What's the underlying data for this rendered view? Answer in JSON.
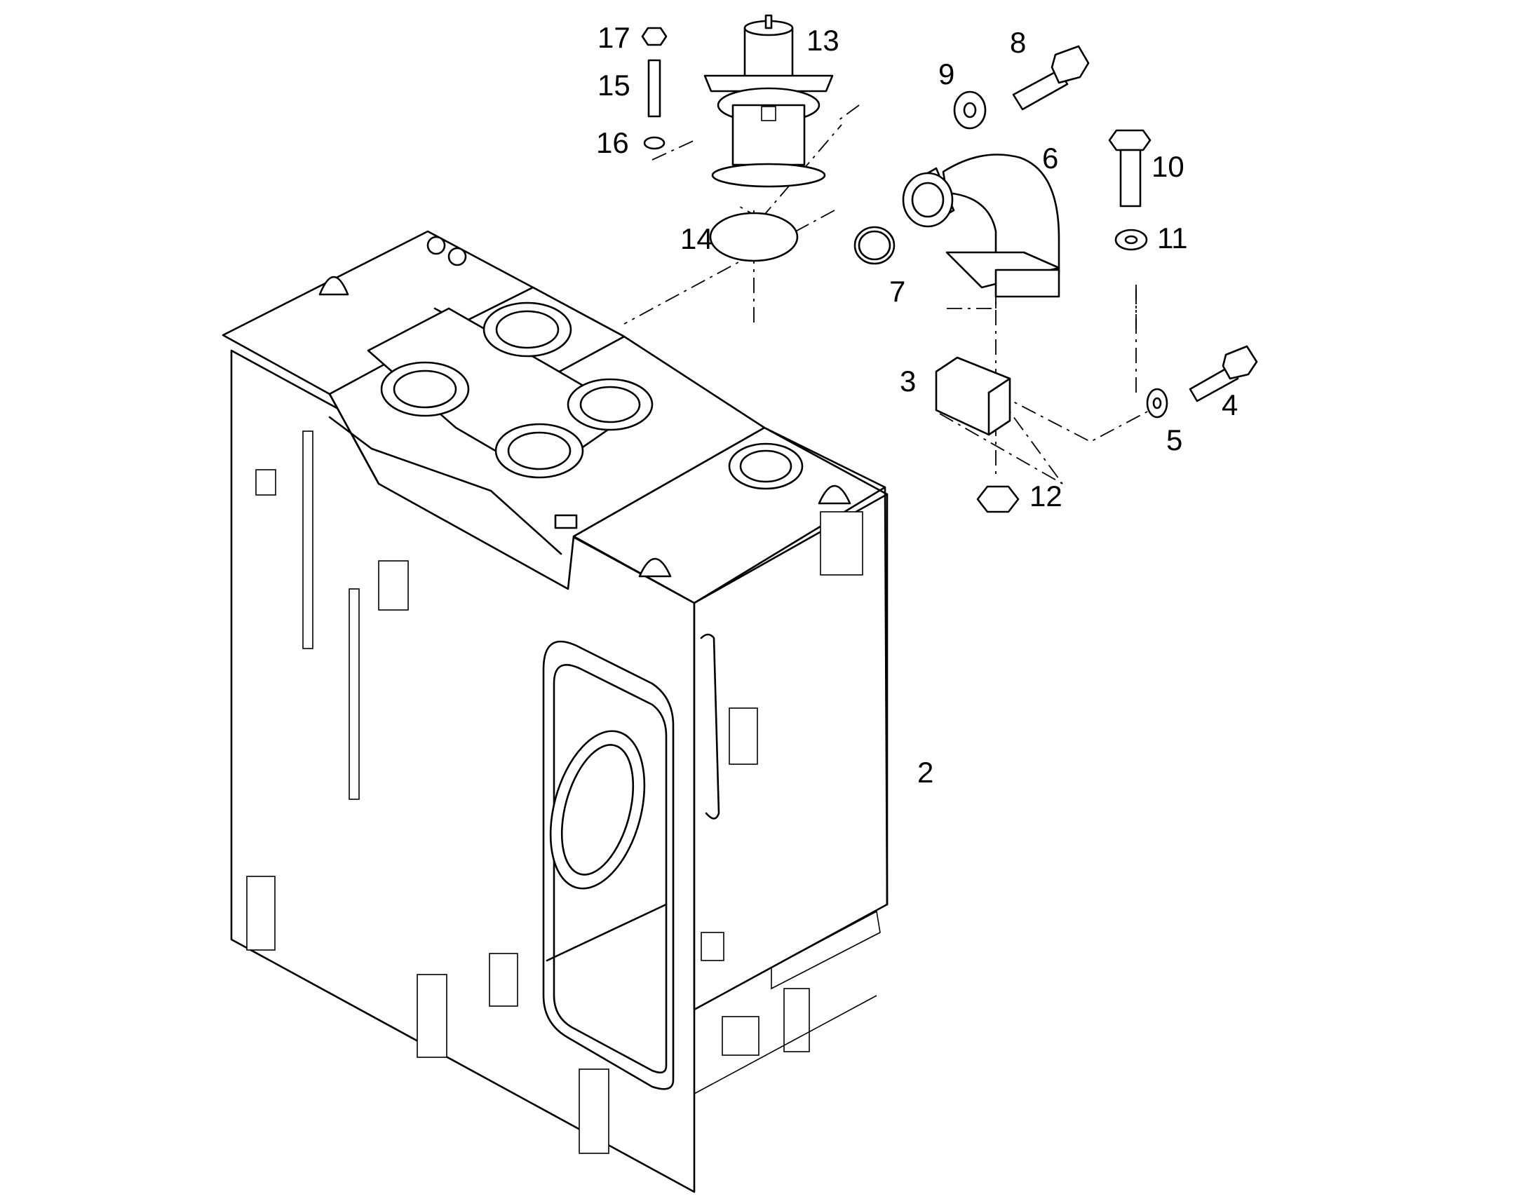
{
  "diagram": {
    "callouts": [
      {
        "id": "2",
        "label": "2"
      },
      {
        "id": "3",
        "label": "3"
      },
      {
        "id": "4",
        "label": "4"
      },
      {
        "id": "5",
        "label": "5"
      },
      {
        "id": "6",
        "label": "6"
      },
      {
        "id": "7",
        "label": "7"
      },
      {
        "id": "8",
        "label": "8"
      },
      {
        "id": "9",
        "label": "9"
      },
      {
        "id": "10",
        "label": "10"
      },
      {
        "id": "11",
        "label": "11"
      },
      {
        "id": "12",
        "label": "12"
      },
      {
        "id": "13",
        "label": "13"
      },
      {
        "id": "14",
        "label": "14"
      },
      {
        "id": "15",
        "label": "15"
      },
      {
        "id": "16",
        "label": "16"
      },
      {
        "id": "17",
        "label": "17"
      }
    ]
  }
}
